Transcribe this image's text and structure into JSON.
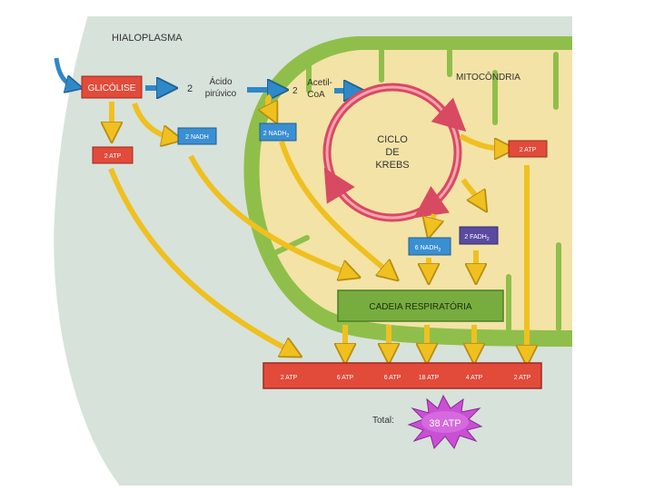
{
  "labels": {
    "hialoplasma": "HIALOPLASMA",
    "mitocondria": "MITOCÔNDRIA",
    "glicolise": "GLICÓLISE",
    "piruvico_num": "2",
    "piruvico_line1": "Ácido",
    "piruvico_line2": "pirúvico",
    "acetil_num": "2",
    "acetil_line1": "Acetil-",
    "acetil_line2": "CoA",
    "krebs_line1": "CICLO",
    "krebs_line2": "DE",
    "krebs_line3": "KREBS",
    "glyco_atp": "2 ATP",
    "glyco_nadh": "2 NADH",
    "mito_nadh": "2 NADH",
    "krebs_atp": "2 ATP",
    "krebs_nadh": "6 NADH",
    "krebs_fadh": "2 FADH",
    "subscript": "2",
    "cadeia": "CADEIA RESPIRATÓRIA",
    "total_label": "Total:",
    "total_value": "38 ATP"
  },
  "atp_bar": [
    "2 ATP",
    "6 ATP",
    "6 ATP",
    "18 ATP",
    "4 ATP",
    "2 ATP"
  ],
  "colors": {
    "cytoplasm": "#d7e2da",
    "mito_outer": "#8fbf4a",
    "mito_matrix": "#f3e3a6",
    "krebs_ring": "#d84a62",
    "arrow_yellow": "#f0c020",
    "arrow_blue": "#2f88c8",
    "red_box": "#e24a3a",
    "blue_box": "#3a8fd2",
    "purple_box": "#5a4aa0",
    "green_box": "#77ad3f",
    "starburst": "#c94fd4"
  }
}
